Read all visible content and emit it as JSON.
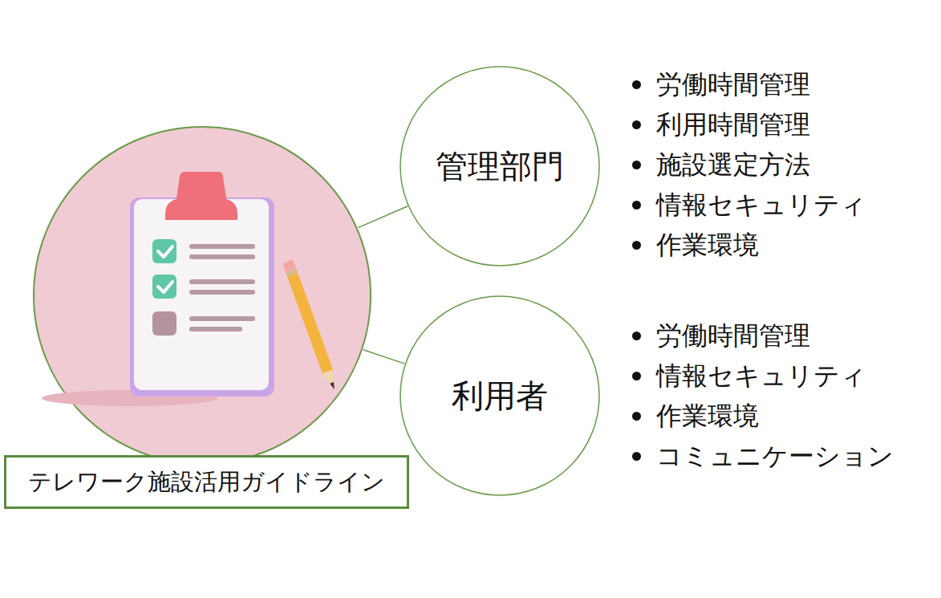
{
  "diagram": {
    "nodes": [
      {
        "text": [
          "テレワーク施設活用ガイドライン"
        ]
      },
      {
        "text": [
          "管理部門"
        ]
      },
      {
        "text": [
          "利用者"
        ]
      }
    ],
    "edges": [
      {
        "from": 0,
        "to": 1,
        "arrow": "none"
      },
      {
        "from": 0,
        "to": 2,
        "arrow": "none"
      }
    ],
    "labels": [
      "労働時間管理",
      "利用時間管理",
      "施設選定方法",
      "情報セキュリティ",
      "作業環境",
      "労働時間管理",
      "情報セキュリティ",
      "作業環境",
      "コミュニケーション"
    ]
  }
}
